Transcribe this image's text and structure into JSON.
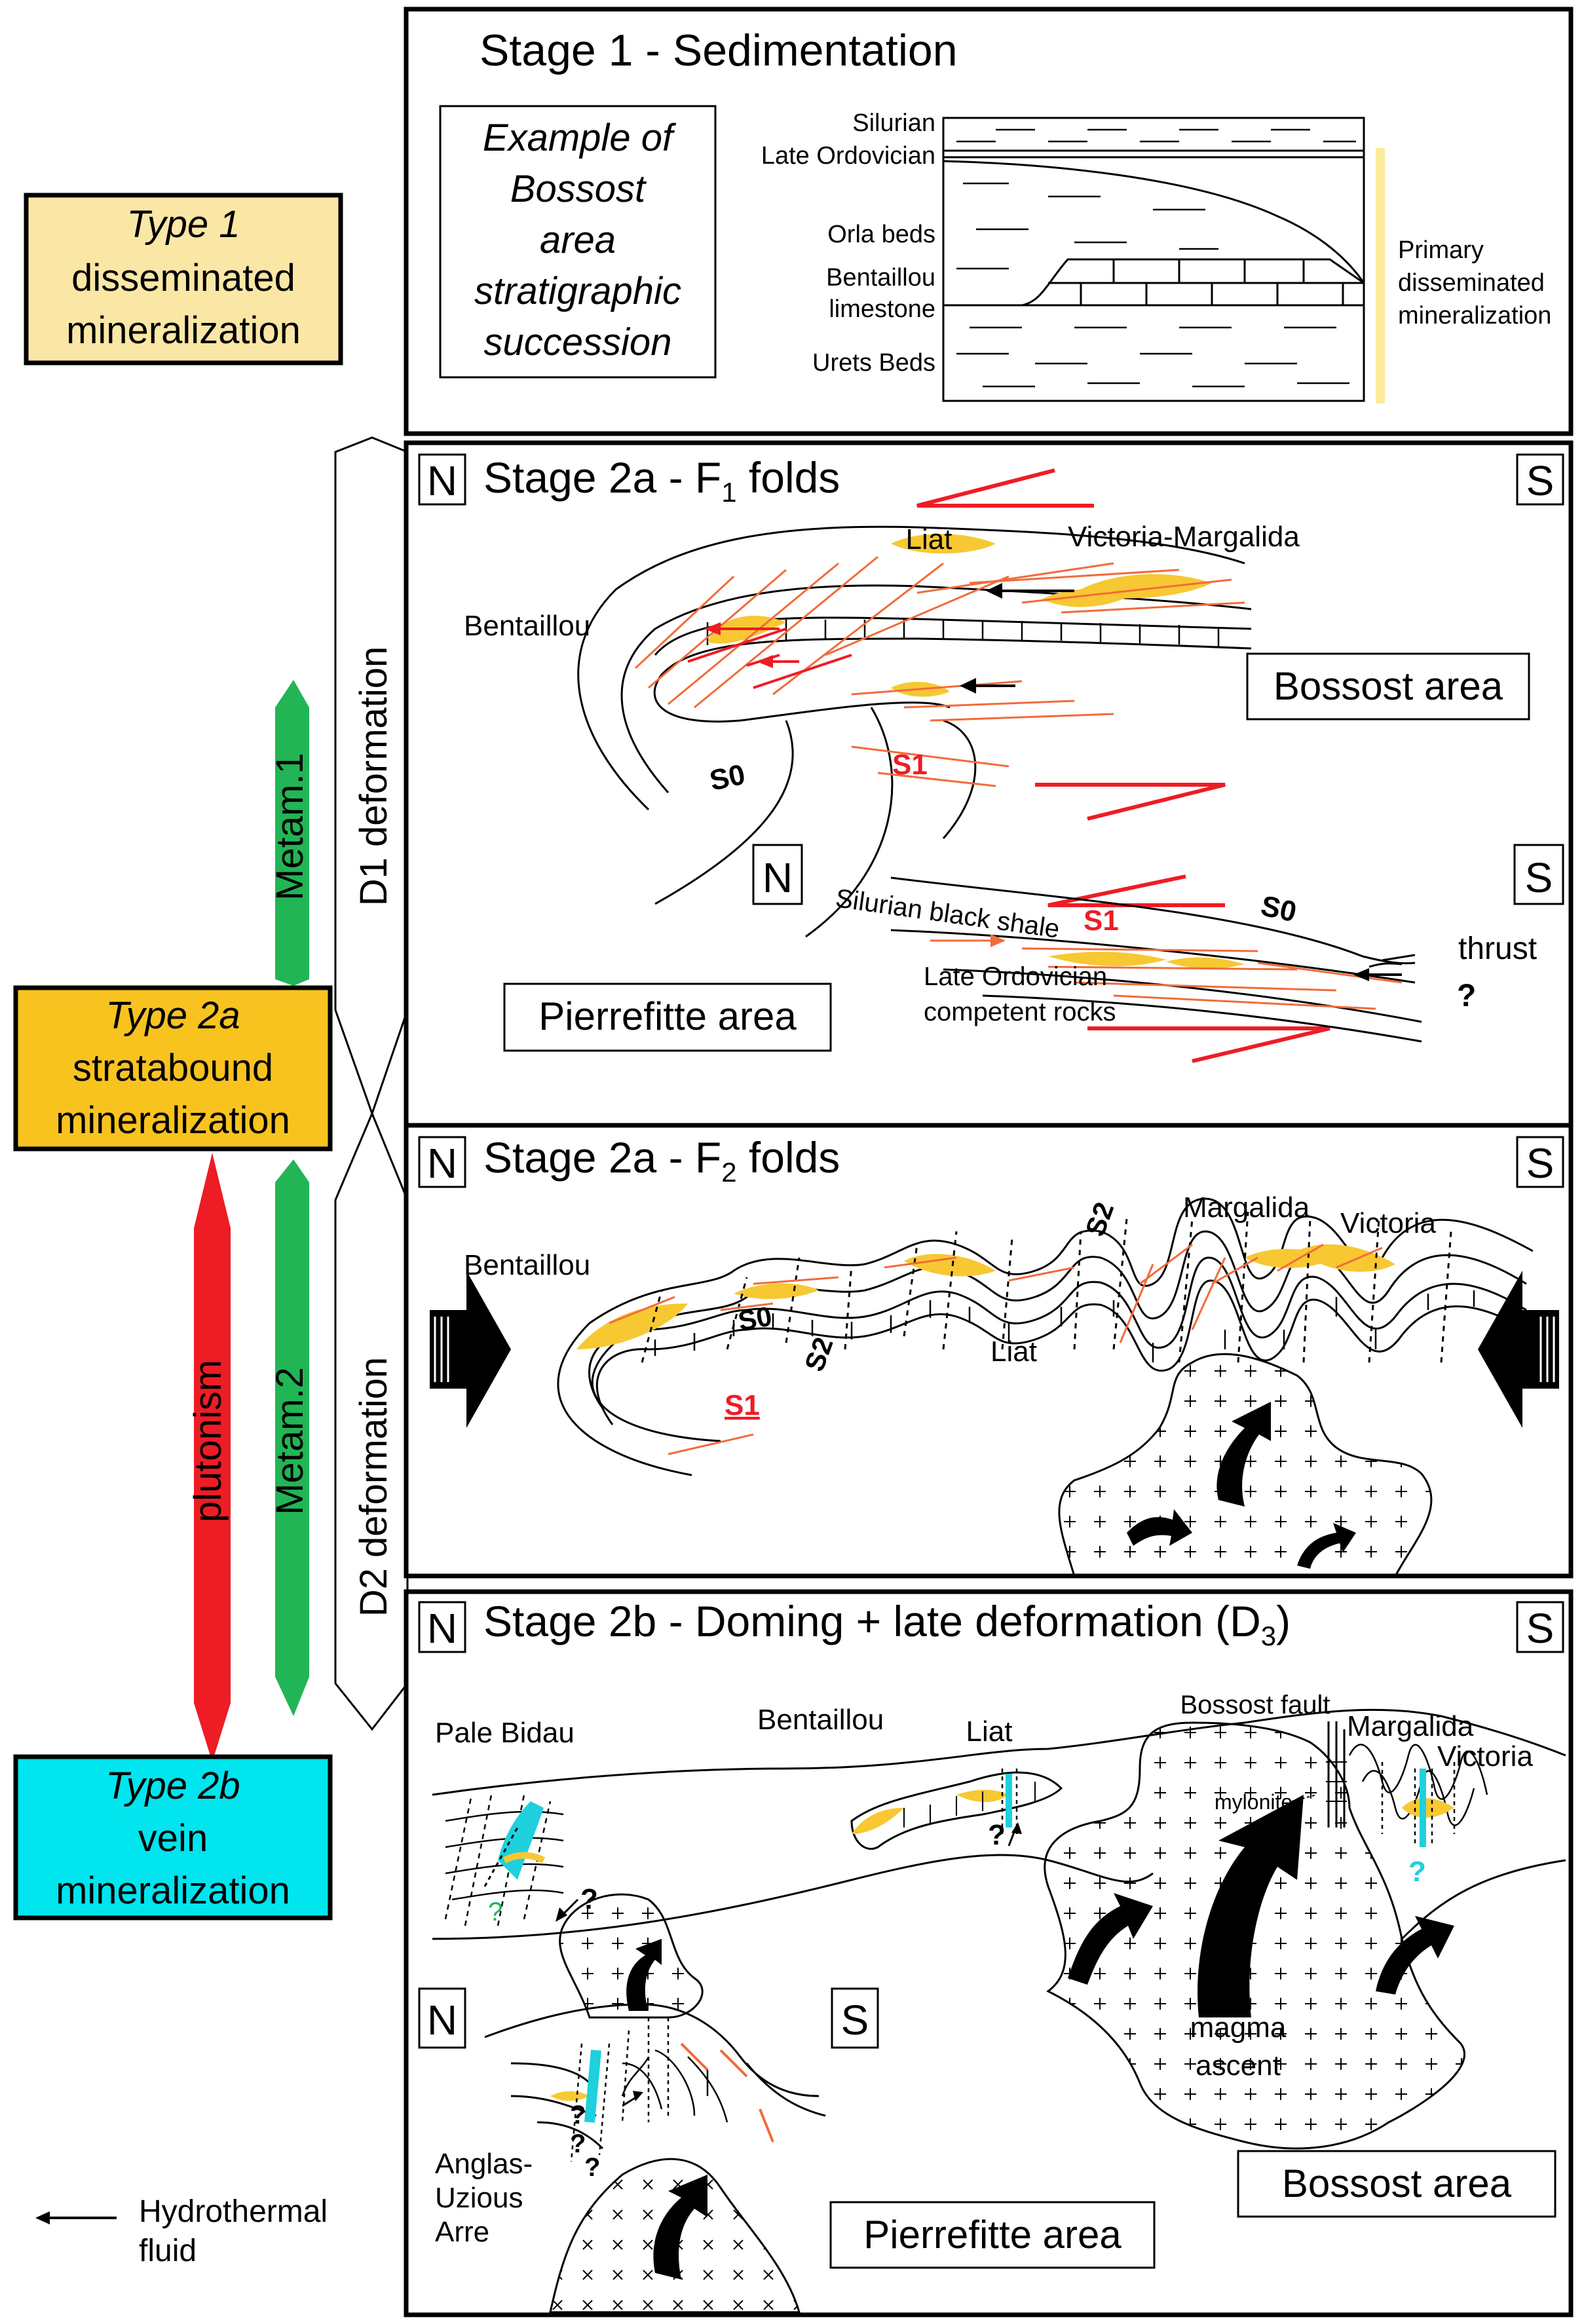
{
  "left_column": {
    "type1": {
      "title": "Type 1",
      "subtitle_lines": [
        "disseminated",
        "mineralization"
      ]
    },
    "type2a": {
      "title": "Type 2a",
      "subtitle_lines": [
        "stratabound",
        "mineralization"
      ]
    },
    "type2b": {
      "title": "Type 2b",
      "subtitle_lines": [
        "vein",
        "mineralization"
      ]
    },
    "bars": {
      "d1": "D1 deformation",
      "d2": "D2 deformation",
      "metam1": "Metam.1",
      "metam2": "Metam.2",
      "plutonism": "plutonism"
    },
    "legend": {
      "line1": "Hydrothermal",
      "line2": "fluid"
    }
  },
  "stage1": {
    "title": "Stage 1 - Sedimentation",
    "example_lines": [
      "Example of",
      "Bossost",
      "area",
      "stratigraphic",
      "succession"
    ],
    "units": [
      "Silurian",
      "Late Ordovician",
      "Orla beds",
      "Bentaillou",
      "limestone",
      "Urets Beds"
    ],
    "primary_lines": [
      "Primary",
      "disseminated",
      "mineralization"
    ]
  },
  "stage2a_f1": {
    "north": "N",
    "south": "S",
    "title_pre": "Stage 2a - F",
    "title_sub": "1",
    "title_post": " folds",
    "liat": "Liat",
    "victoria_margalida": "Victoria-Margalida",
    "bentaillou": "Bentaillou",
    "bossost_area": "Bossost area",
    "s0": "S0",
    "s1": "S1",
    "inset_n": "N",
    "inset_s": "S",
    "silurian_black_shale": "Silurian black shale",
    "s1_inset": "S1",
    "s0_inset": "S0",
    "thrust": "thrust",
    "question": "?",
    "late_ordovician": "Late Ordovician",
    "competent_rocks": "competent rocks",
    "pierrefitte_area": "Pierrefitte area"
  },
  "stage2a_f2": {
    "north": "N",
    "south": "S",
    "title_pre": "Stage 2a - F",
    "title_sub": "2",
    "title_post": " folds",
    "bentaillou": "Bentaillou",
    "s0": "S0",
    "s2_a": "S2",
    "s2_b": "S2",
    "liat": "Liat",
    "margalida": "Margalida",
    "victoria": "Victoria",
    "s1": "S1"
  },
  "stage2b": {
    "north": "N",
    "south": "S",
    "title_pre": "Stage 2b - Doming + late deformation (D",
    "title_sub": "3",
    "title_post": ")",
    "pale_bidau": "Pale Bidau",
    "bentaillou": "Bentaillou",
    "liat": "Liat",
    "bossost_fault": "Bossost fault",
    "margalida": "Margalida",
    "victoria": "Victoria",
    "mylonite": "mylonite",
    "magma": "magma",
    "ascent": "ascent",
    "bossost_area": "Bossost area",
    "inset_n": "N",
    "inset_s": "S",
    "anglas_lines": [
      "Anglas-",
      "Uzious",
      "Arre"
    ],
    "pierrefitte_area": "Pierrefitte area",
    "question": "?"
  },
  "colors": {
    "type1_fill": "#FBE7A5",
    "type2a_fill": "#F9C31F",
    "type2b_fill": "#00E5EE",
    "mineral_yellow": "#F7C832",
    "primary_bar": "#FCEB9A",
    "metam_green": "#22B555",
    "plutonism_red": "#EE1C25",
    "s1_red": "#EE1C25",
    "s1_orange": "#F26B3A",
    "vein_cyan": "#1FD0DE"
  }
}
